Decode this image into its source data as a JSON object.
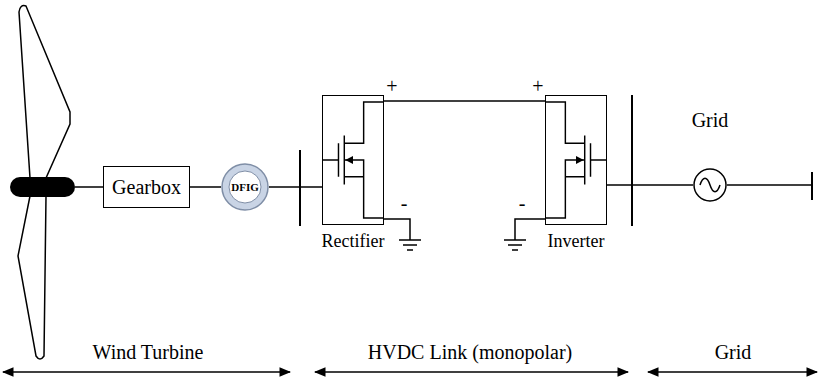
{
  "diagram": {
    "nodes": [
      {
        "text": [
          "Gearbox"
        ]
      },
      {
        "text": [
          "DFIG"
        ]
      },
      {
        "text": [
          "Rectifier"
        ]
      },
      {
        "text": [
          "Inverter"
        ]
      },
      {
        "text": [
          "Grid"
        ]
      }
    ],
    "edges": [
      {
        "from": 0,
        "to": 1,
        "arrow": "none"
      },
      {
        "from": 1,
        "to": 2,
        "arrow": "none"
      },
      {
        "from": 2,
        "to": 3,
        "arrow": "none"
      },
      {
        "from": 3,
        "to": 4,
        "arrow": "none"
      }
    ],
    "labels": [
      "+",
      "+",
      "-",
      "-",
      "Wind Turbine",
      "HVDC Link (monopolar)",
      "Grid"
    ]
  }
}
